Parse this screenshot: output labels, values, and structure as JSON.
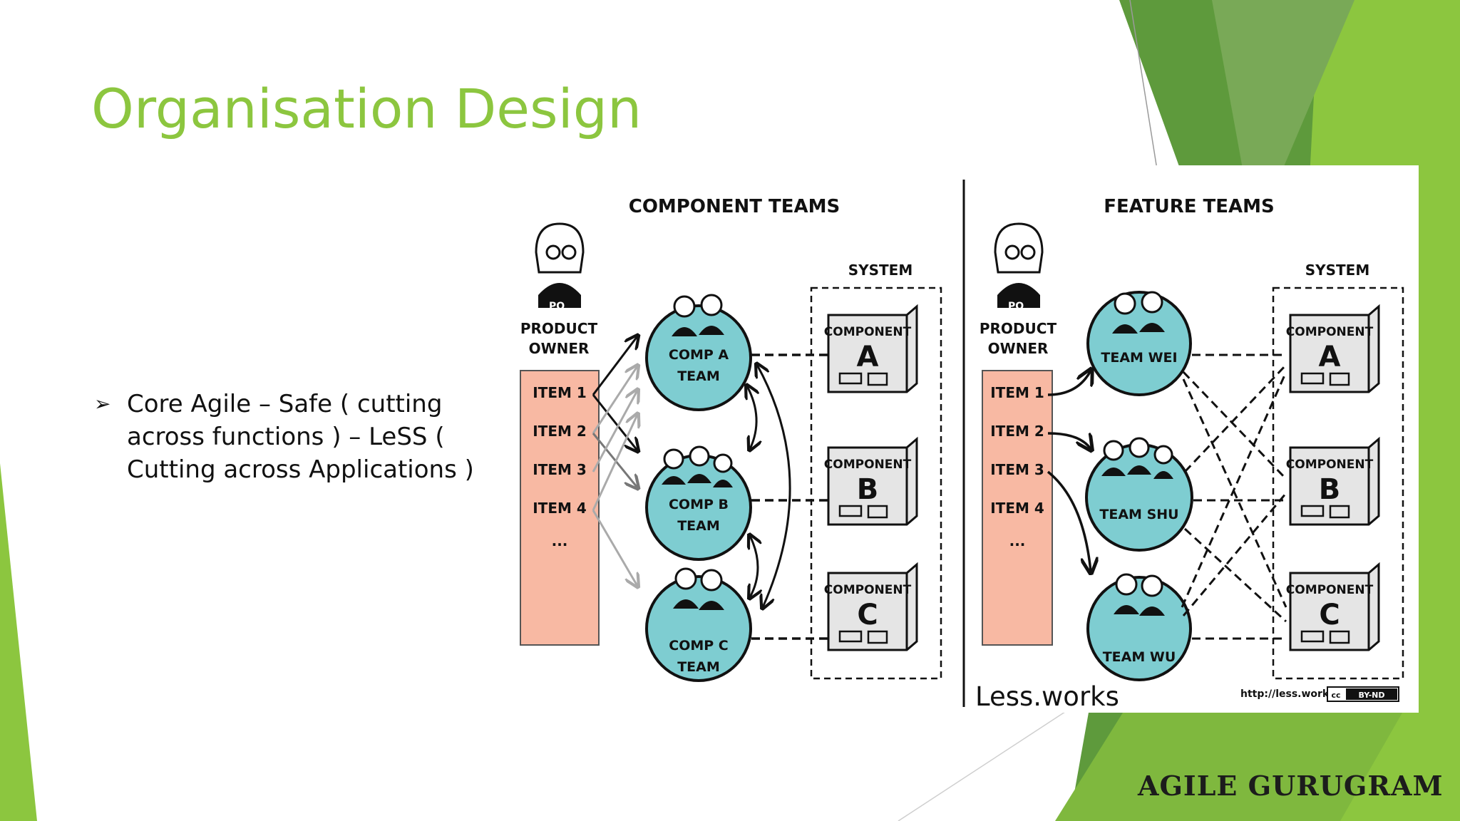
{
  "slide": {
    "title": "Organisation Design",
    "bullet": "Core Agile – Safe ( cutting across functions ) – LeSS ( Cutting across Applications )",
    "caption": "Less.works",
    "brand": "AGILE GURUGRAM"
  },
  "diagram": {
    "left_title": "COMPONENT TEAMS",
    "right_title": "FEATURE TEAMS",
    "po_badge": "PO",
    "po_label_1": "PRODUCT",
    "po_label_2": "OWNER",
    "system_label": "SYSTEM",
    "items": [
      "ITEM 1",
      "ITEM 2",
      "ITEM 3",
      "ITEM 4",
      "..."
    ],
    "left_teams": [
      {
        "line1": "COMP A",
        "line2": "TEAM"
      },
      {
        "line1": "COMP B",
        "line2": "TEAM"
      },
      {
        "line1": "COMP C",
        "line2": "TEAM"
      }
    ],
    "right_teams": [
      "TEAM WEI",
      "TEAM SHU",
      "TEAM WU"
    ],
    "component_label": "COMPONENT",
    "components": [
      "A",
      "B",
      "C"
    ],
    "url": "http://less.works",
    "license_cc": "cc",
    "license": "BY-ND"
  },
  "colors": {
    "accent_green": "#8cc63f",
    "team_circle": "#7ecdd1",
    "backlog": "#f8b9a3",
    "component_box": "#e5e5e5"
  }
}
